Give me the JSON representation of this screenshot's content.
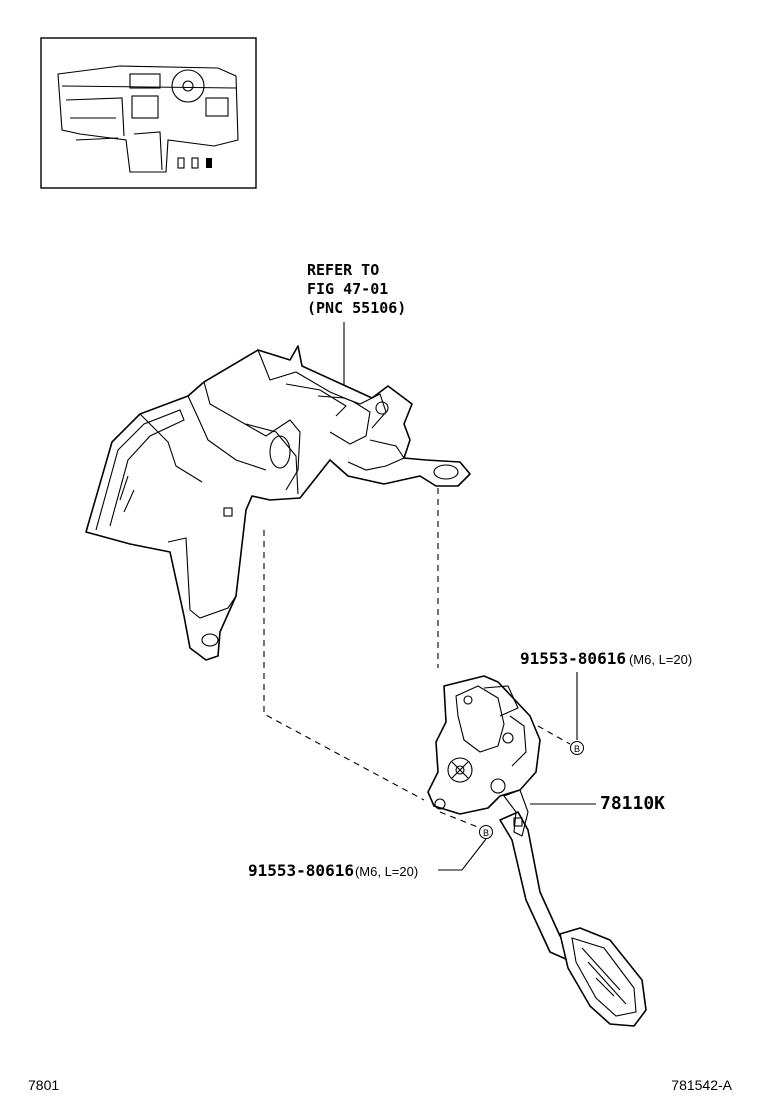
{
  "refer_note": {
    "line1": "REFER TO",
    "line2": "FIG 47-01",
    "line3": "(PNC 55106)"
  },
  "callouts": {
    "bolt_upper": {
      "part_number": "91553-80616",
      "spec": "(M6, L=20)",
      "symbol": "B"
    },
    "bolt_lower": {
      "part_number": "91553-80616",
      "spec": "(M6, L=20)",
      "symbol": "B"
    },
    "pedal_assembly": {
      "part_number": "78110K"
    }
  },
  "footer": {
    "left_code": "7801",
    "right_code": "781542-A"
  },
  "locator_icon": {
    "name": "dashboard-locator-icon"
  }
}
